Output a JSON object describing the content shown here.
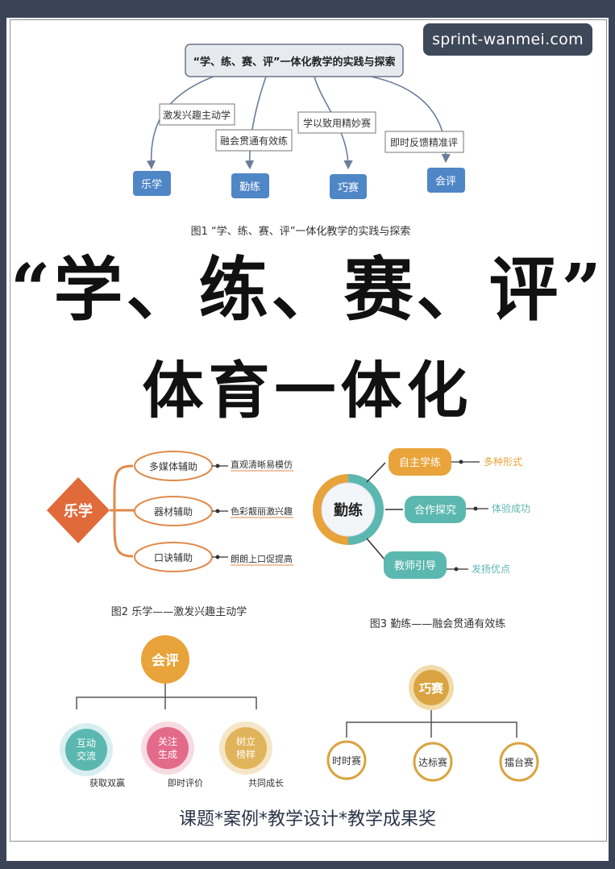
{
  "watermark": "sprint-wanmei.com",
  "fig1": {
    "title": "“学、练、赛、评”一体化教学的实践与探索",
    "edges": [
      "激发兴趣主动学",
      "融会贯通有效练",
      "学以致用精妙赛",
      "即时反馈精准评"
    ],
    "nodes": [
      "乐学",
      "勤练",
      "巧赛",
      "会评"
    ],
    "caption": "图1  “学、练、赛、评”一体化教学的实践与探索"
  },
  "headline": "“学、练、赛、评”",
  "subheadline": "体育一体化",
  "fig2": {
    "center": "乐学",
    "items": [
      {
        "label": "多媒体辅助",
        "result": "直观清晰易模仿"
      },
      {
        "label": "器材辅助",
        "result": "色彩靓丽激兴趣"
      },
      {
        "label": "口诀辅助",
        "result": "朗朗上口促提高"
      }
    ],
    "caption": "图2  乐学——激发兴趣主动学"
  },
  "fig3": {
    "center": "勤练",
    "items": [
      {
        "label": "自主学练",
        "result": "多种形式"
      },
      {
        "label": "合作探究",
        "result": "体验成功"
      },
      {
        "label": "教师引导",
        "result": "发扬优点"
      }
    ],
    "caption": "图3  勤练——融会贯通有效练"
  },
  "fig4": {
    "center": "会评",
    "items": [
      {
        "label_line1": "互动",
        "label_line2": "交流",
        "result": "获取双赢"
      },
      {
        "label_line1": "关注",
        "label_line2": "生成",
        "result": "即时评价"
      },
      {
        "label_line1": "树立",
        "label_line2": "榜样",
        "result": "共同成长"
      }
    ]
  },
  "fig5": {
    "center": "巧赛",
    "items": [
      "时时赛",
      "达标赛",
      "擂台赛"
    ]
  },
  "footer": "课题*案例*教学设计*教学成果奖",
  "colors": {
    "blue_node": "#4f86c6",
    "orange": "#e06a3a",
    "yellow": "#e8a33a",
    "teal": "#5bb8b0",
    "pink": "#e46a8a",
    "gold": "#d9a441"
  }
}
